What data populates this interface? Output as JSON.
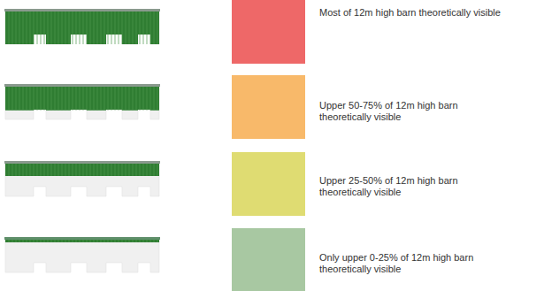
{
  "diagram": {
    "legend": [
      {
        "text": "Most of 12m high barn theoretically visible",
        "color": "#ee6868"
      },
      {
        "text": "Upper 50-75% of 12m high barn theoretically visible",
        "color": "#f8b96a"
      },
      {
        "text": "Upper 25-50% of 12m high barn theoretically visible",
        "color": "#dfdc72"
      },
      {
        "text": "Only upper 0-25% of 12m high barn theoretically visible",
        "color": "#a8c8a2"
      }
    ]
  }
}
